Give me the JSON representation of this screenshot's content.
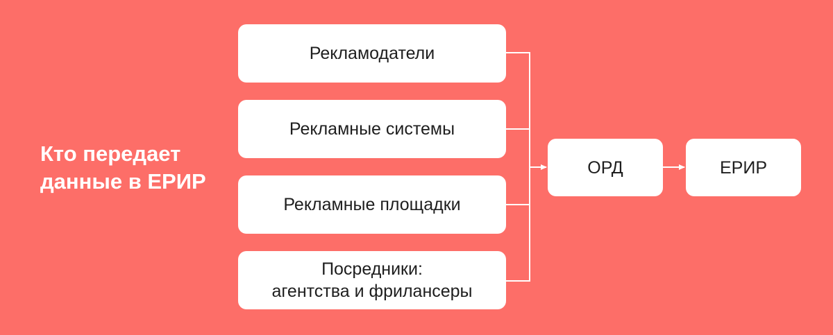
{
  "title": {
    "line1": "Кто передает",
    "line2": "данные в ЕРИР"
  },
  "sources": [
    {
      "line1": "Рекламодатели",
      "line2": ""
    },
    {
      "line1": "Рекламные системы",
      "line2": ""
    },
    {
      "line1": "Рекламные площадки",
      "line2": ""
    },
    {
      "line1": "Посредники:",
      "line2": "агентства и фрилансеры"
    }
  ],
  "ord_label": "ОРД",
  "erir_label": "ЕРИР",
  "colors": {
    "background": "#fd6e68",
    "box": "#ffffff",
    "text": "#1e1e1e",
    "connector": "#ffffff"
  }
}
